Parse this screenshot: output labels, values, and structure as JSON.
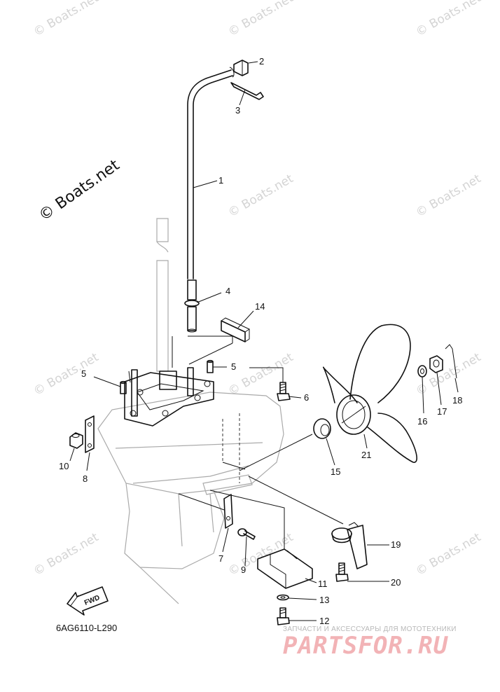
{
  "watermark": "© Boats.net",
  "diagram_code": "6AG6110-L290",
  "fwd_label": "FWD",
  "brand": {
    "tagline": "ЗАПЧАСТИ И АКСЕССУАРЫ ДЛЯ МОТОТЕХНИКИ",
    "logo": "PARTSFOR.RU"
  },
  "callouts": {
    "c1": "1",
    "c2": "2",
    "c3": "3",
    "c4": "4",
    "c5a": "5",
    "c5b": "5",
    "c6": "6",
    "c7": "7",
    "c8": "8",
    "c9": "9",
    "c10": "10",
    "c11": "11",
    "c12": "12",
    "c13": "13",
    "c14": "14",
    "c15": "15",
    "c16": "16",
    "c17": "17",
    "c18": "18",
    "c19": "19",
    "c20": "20",
    "c21": "21"
  }
}
